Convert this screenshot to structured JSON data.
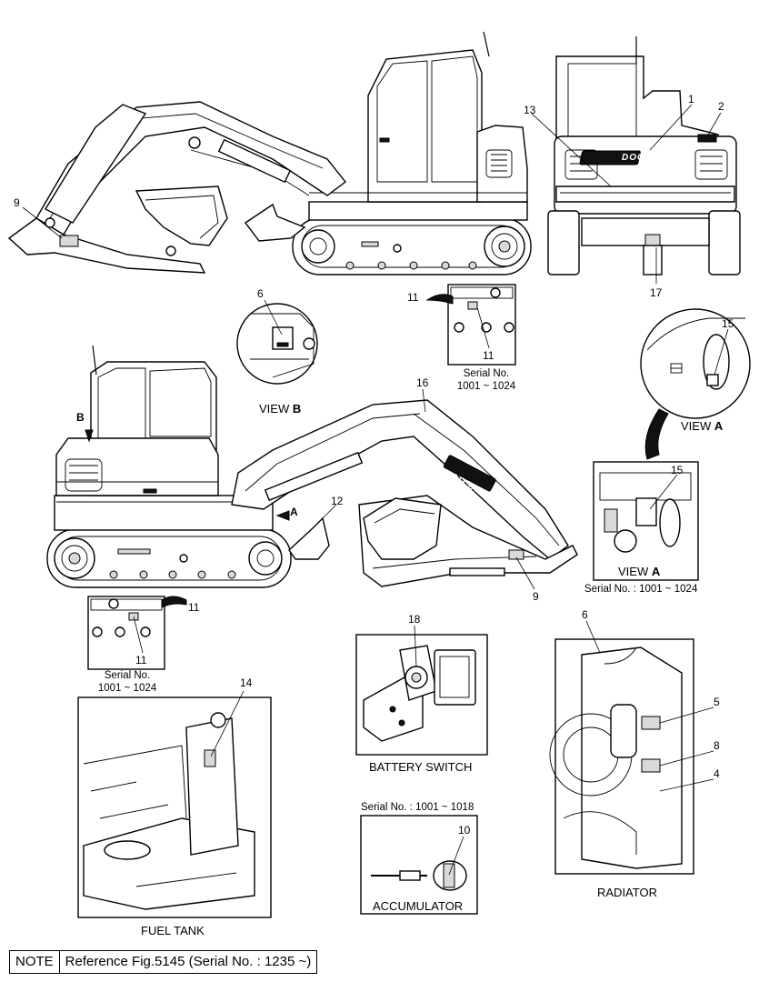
{
  "callouts": {
    "c1": "1",
    "c2": "2",
    "c13": "13",
    "c9a": "9",
    "c11a": "11",
    "c11b": "11",
    "c17": "17",
    "c6a": "6",
    "c16": "16",
    "c15a": "15",
    "c15b": "15",
    "c12": "12",
    "c9b": "9",
    "c11c": "11",
    "c11d": "11",
    "c18": "18",
    "c6b": "6",
    "c5": "5",
    "c8": "8",
    "c4": "4",
    "c14": "14",
    "c10": "10",
    "cB": "B",
    "cA": "A"
  },
  "brand": "DOOSAN",
  "captions": {
    "view_b_prefix": "VIEW ",
    "view_b_letter": "B",
    "view_a1_prefix": "VIEW ",
    "view_a1_letter": "A",
    "view_a2_prefix": "VIEW ",
    "view_a2_letter": "A",
    "battery_switch": "BATTERY SWITCH",
    "accumulator": "ACCUMULATOR",
    "radiator": "RADIATOR",
    "fuel_tank": "FUEL TANK"
  },
  "serials": {
    "s_top_1": "Serial No.",
    "s_top_2": "1001 ~ 1024",
    "s_left_1": "Serial No.",
    "s_left_2": "1001 ~ 1024",
    "s_view_a": "Serial No. : 1001 ~ 1024",
    "s_accum": "Serial No. : 1001 ~ 1018"
  },
  "note": {
    "key": "NOTE",
    "text": "Reference Fig.5145 (Serial No. : 1235 ~)"
  }
}
